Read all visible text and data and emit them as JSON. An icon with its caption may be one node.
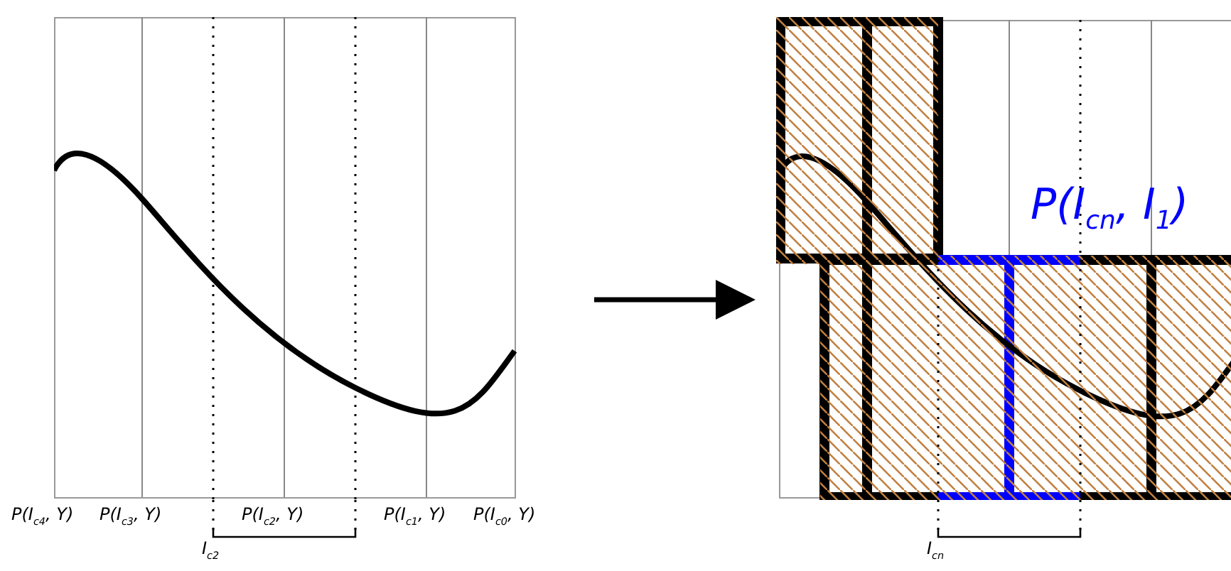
{
  "diagram": {
    "nodes": [
      {
        "text": [],
        "shape": "picture"
      },
      {
        "text": [],
        "shape": "picture"
      }
    ],
    "edges": [
      {
        "from": 0,
        "to": 1,
        "arrow": "to"
      }
    ],
    "labels": [
      "P(I$_{c4}$, Y)",
      "P(I$_{c3}$, Y)",
      "P(I$_{c2}$, Y)",
      "P(I$_{c1}$, Y)",
      "P(I$_{c0}$, Y)",
      "I$_{c2}$",
      "P(I$_{cn}$, I$_{1}$)",
      "I$_{cn}$"
    ]
  }
}
